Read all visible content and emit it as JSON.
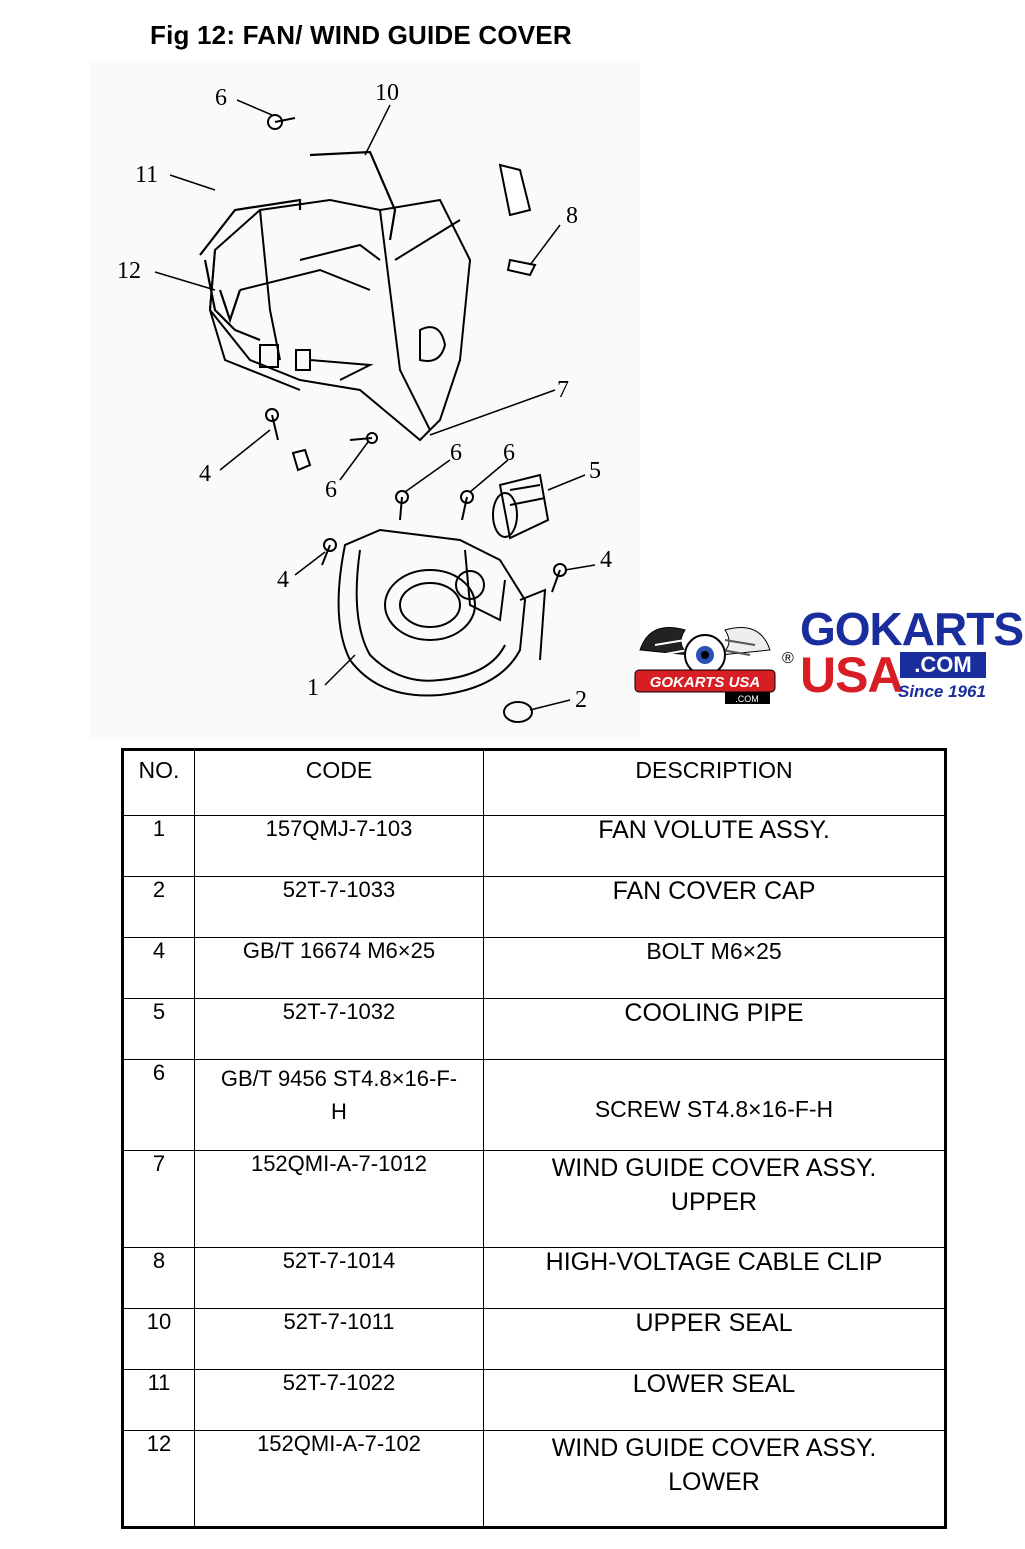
{
  "title": "Fig 12:  FAN/ WIND GUIDE COVER",
  "diagram": {
    "callouts": [
      "6",
      "10",
      "11",
      "8",
      "12",
      "7",
      "4",
      "6",
      "6",
      "6",
      "5",
      "4",
      "4",
      "1",
      "2"
    ]
  },
  "logo": {
    "brand_top": "GOKARTS",
    "brand_bottom": "USA",
    "domain": ".COM",
    "since": "Since 1961",
    "badge_text": "GOKARTS USA",
    "badge_sub": ".COM",
    "registered": "®"
  },
  "colors": {
    "brand_blue": "#1a2d9c",
    "brand_red": "#d81e25"
  },
  "table": {
    "headers": [
      "NO.",
      "CODE",
      "DESCRIPTION"
    ],
    "rows": [
      {
        "no": "1",
        "code": "157QMJ-7-103",
        "description": "FAN VOLUTE ASSY."
      },
      {
        "no": "2",
        "code": "52T-7-1033",
        "description": "FAN COVER CAP"
      },
      {
        "no": "4",
        "code": "GB/T 16674 M6×25",
        "description": "BOLT M6×25"
      },
      {
        "no": "5",
        "code": "52T-7-1032",
        "description": "COOLING PIPE"
      },
      {
        "no": "6",
        "code": "GB/T 9456 ST4.8×16-F-H",
        "description": "SCREW ST4.8×16-F-H"
      },
      {
        "no": "7",
        "code": "152QMI-A-7-1012",
        "description": "WIND GUIDE COVER ASSY. UPPER"
      },
      {
        "no": "8",
        "code": "52T-7-1014",
        "description": "HIGH-VOLTAGE CABLE CLIP"
      },
      {
        "no": "10",
        "code": "52T-7-1011",
        "description": "UPPER SEAL"
      },
      {
        "no": "11",
        "code": "52T-7-1022",
        "description": "LOWER SEAL"
      },
      {
        "no": "12",
        "code": "152QMI-A-7-102",
        "description": "WIND GUIDE COVER ASSY. LOWER"
      }
    ]
  }
}
